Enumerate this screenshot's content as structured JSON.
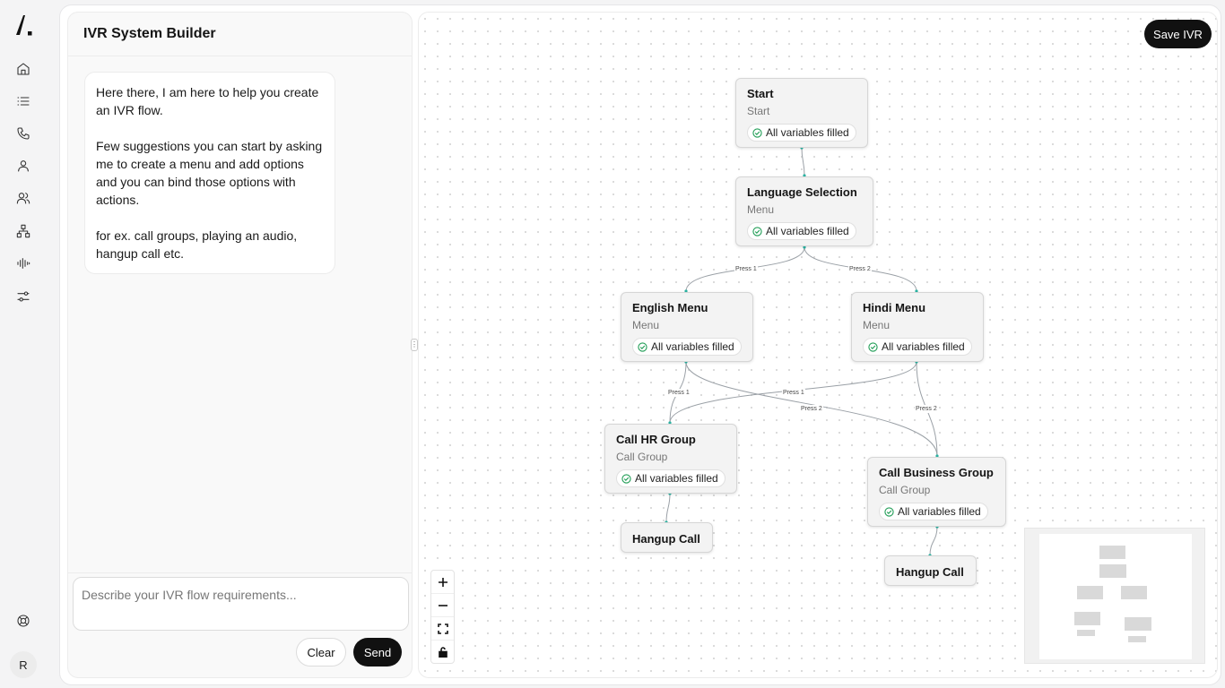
{
  "sidebar": {
    "items": [
      {
        "icon": "home-icon"
      },
      {
        "icon": "list-icon"
      },
      {
        "icon": "phone-icon"
      },
      {
        "icon": "user-icon"
      },
      {
        "icon": "users-icon"
      },
      {
        "icon": "flow-icon"
      },
      {
        "icon": "audio-wave-icon"
      },
      {
        "icon": "sliders-icon"
      }
    ],
    "help_icon": "lifebuoy-icon",
    "avatar_initial": "R"
  },
  "chat": {
    "title": "IVR System Builder",
    "message_paragraphs": [
      "Here there, I am here to help you create an IVR flow.",
      "Few suggestions you can start by asking me to create a menu and add options and you can bind those options with actions.",
      "for ex. call groups, playing an audio, hangup call etc."
    ],
    "input_placeholder": "Describe your IVR flow requirements...",
    "clear_label": "Clear",
    "send_label": "Send"
  },
  "canvas": {
    "save_label": "Save IVR",
    "status_text": "All variables filled",
    "nodes": {
      "start": {
        "title": "Start",
        "type": "Start"
      },
      "language": {
        "title": "Language Selection",
        "type": "Menu"
      },
      "english": {
        "title": "English Menu",
        "type": "Menu"
      },
      "hindi": {
        "title": "Hindi Menu",
        "type": "Menu"
      },
      "hr": {
        "title": "Call HR Group",
        "type": "Call Group"
      },
      "business": {
        "title": "Call Business Group",
        "type": "Call Group"
      },
      "hangup1": {
        "title": "Hangup Call"
      },
      "hangup2": {
        "title": "Hangup Call"
      }
    },
    "edge_labels": {
      "lang_press1": "Press 1",
      "lang_press2": "Press 2",
      "eng_press1": "Press 1",
      "eng_press2": "Press 2",
      "hindi_press1": "Press 1",
      "hindi_press2": "Press 2"
    },
    "accent_color": "#2bb3a3"
  },
  "controls": {
    "zoom_in_icon": "plus-icon",
    "zoom_out_icon": "minus-icon",
    "fit_view_icon": "fit-view-icon",
    "lock_icon": "lock-icon"
  }
}
